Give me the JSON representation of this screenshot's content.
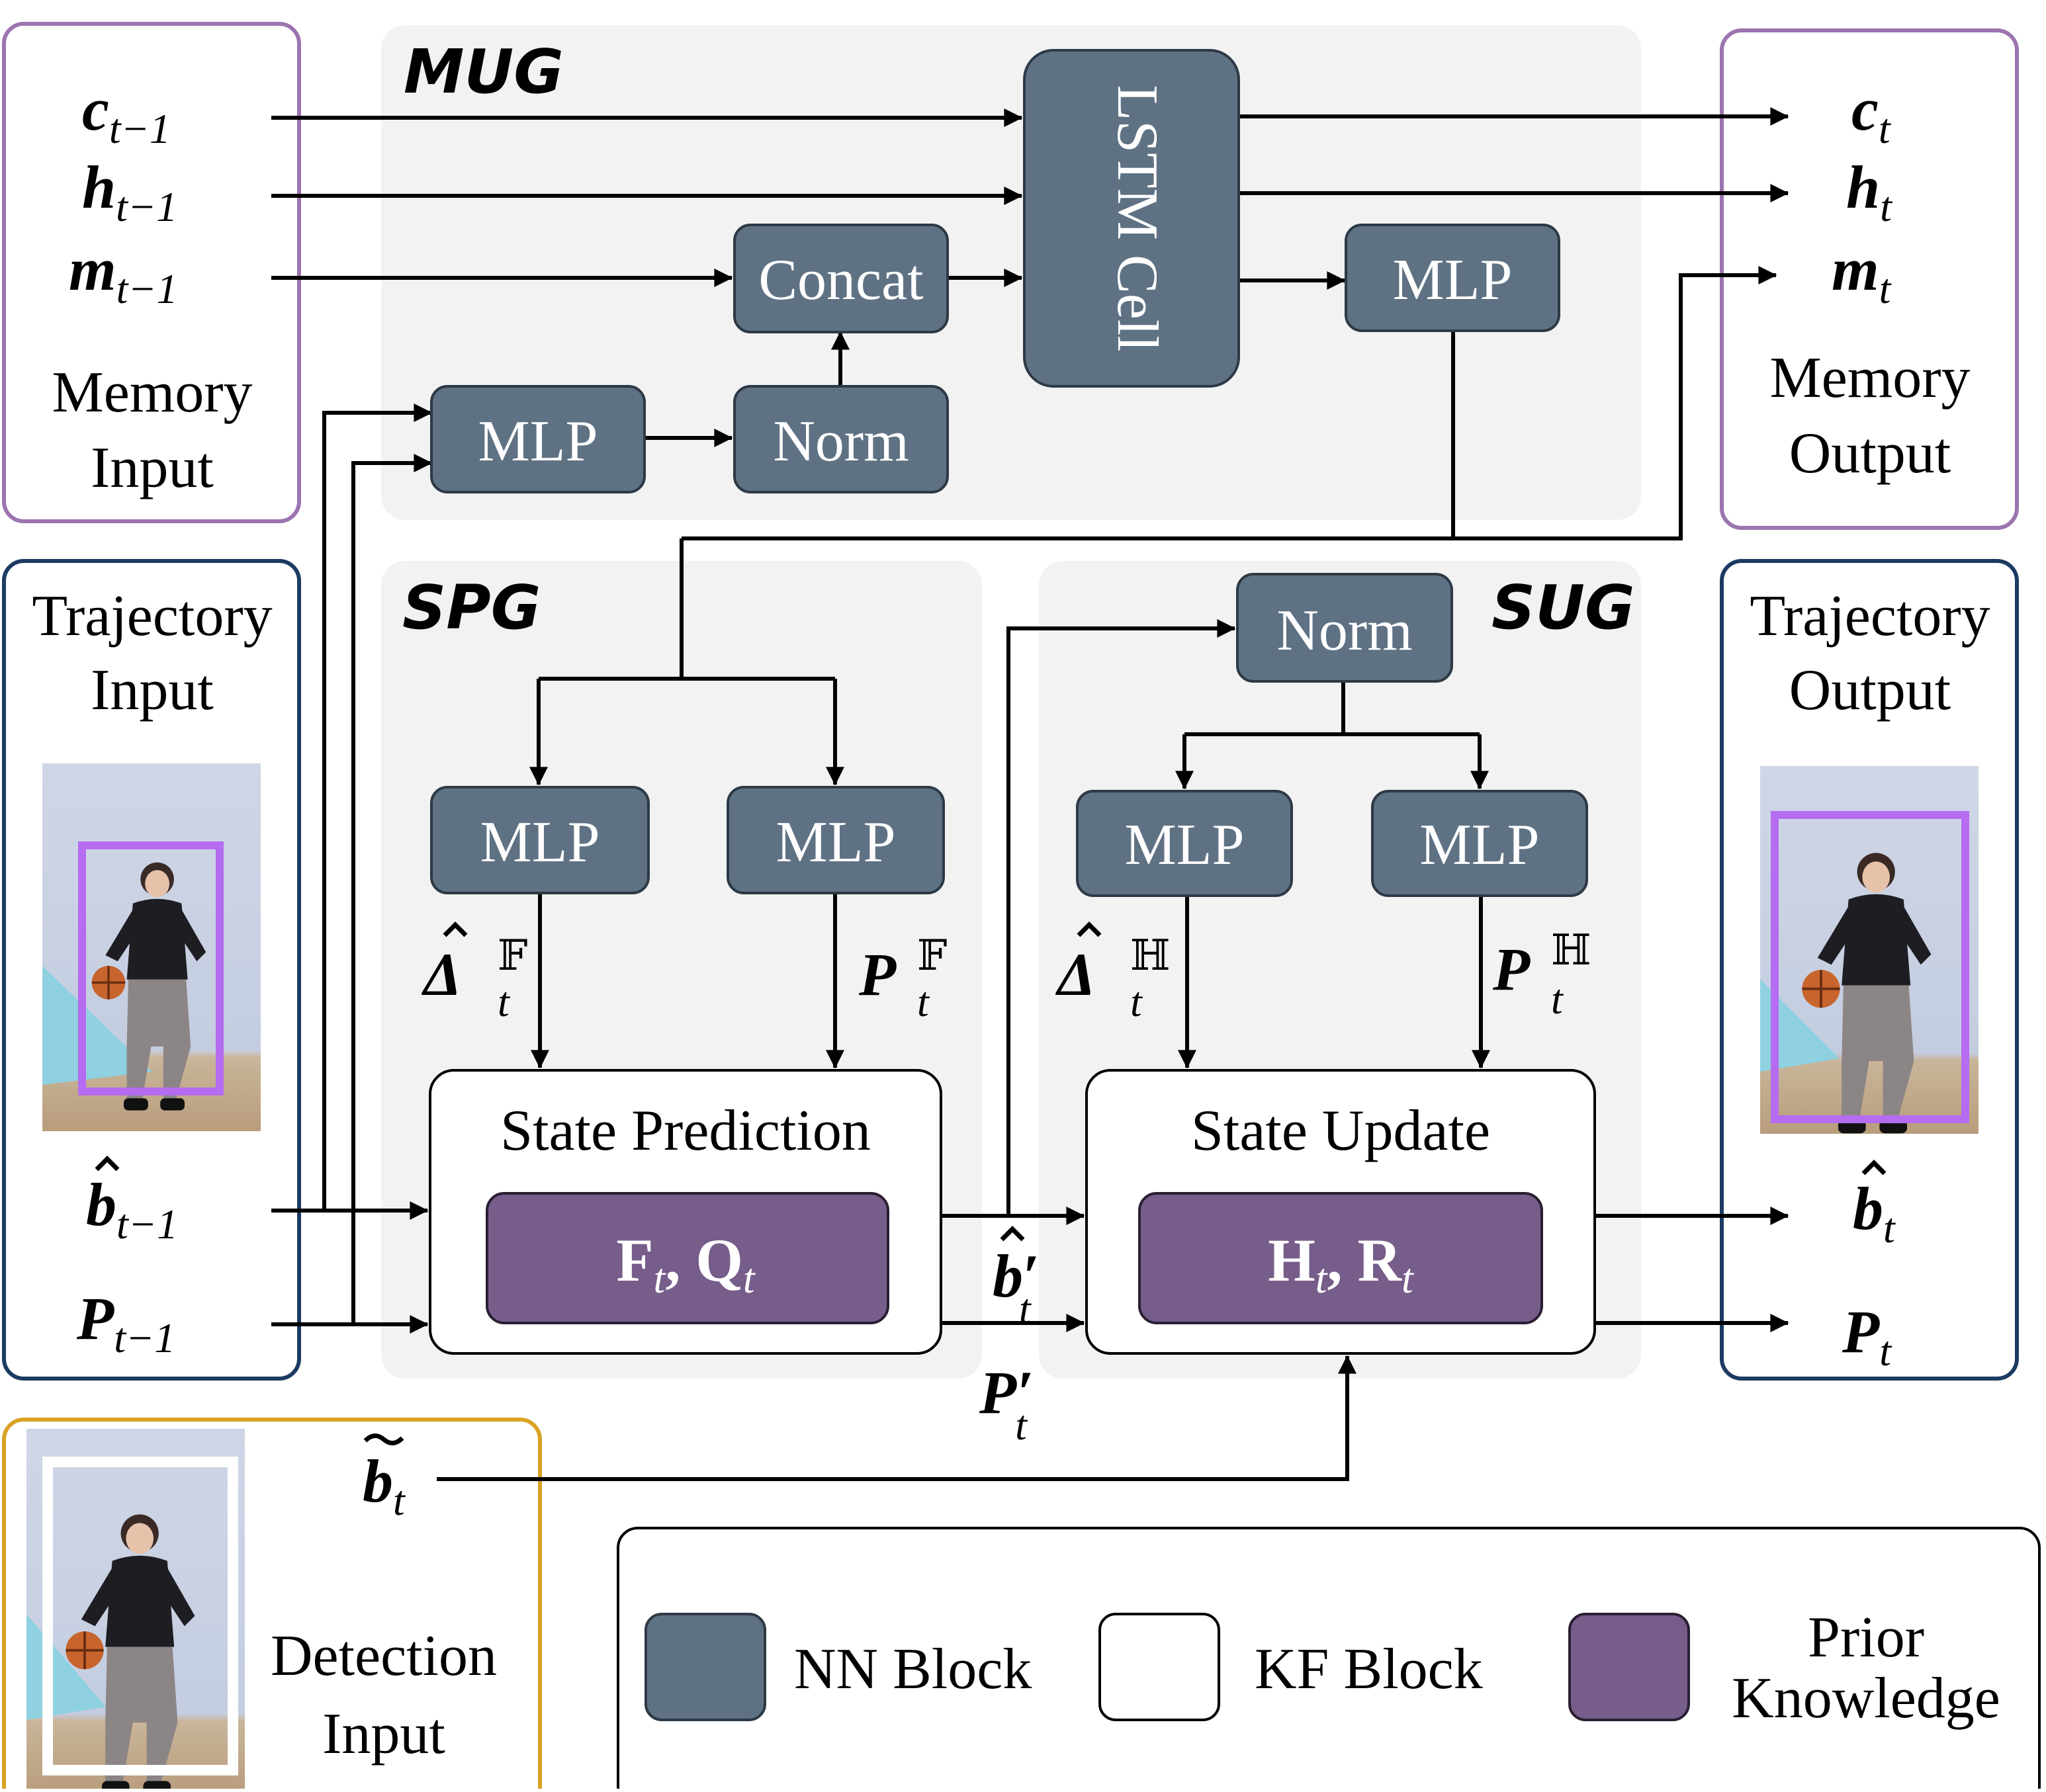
{
  "groups": {
    "mug": "MUG",
    "spg": "SPG",
    "sug": "SUG"
  },
  "blocks": {
    "lstm_cell": "LSTM Cell",
    "concat": "Concat",
    "mug_mlp_out": "MLP",
    "mug_mlp_in": "MLP",
    "mug_norm": "Norm",
    "sug_norm": "Norm",
    "spg_mlp_left": "MLP",
    "spg_mlp_right": "MLP",
    "sug_mlp_left": "MLP",
    "sug_mlp_right": "MLP",
    "state_prediction": "State Prediction",
    "state_update": "State Update",
    "prior_prediction": "F",
    "prior_prediction_sub": "t",
    "prior_prediction_sep": ", ",
    "prior_prediction_q": "Q",
    "prior_update": "H",
    "prior_update_sub": "t",
    "prior_update_sep": ", ",
    "prior_update_r": "R"
  },
  "panels": {
    "memory_input": [
      "Memory",
      "Input"
    ],
    "memory_output": [
      "Memory",
      "Output"
    ],
    "trajectory_input": [
      "Trajectory",
      "Input"
    ],
    "trajectory_output": [
      "Trajectory",
      "Output"
    ],
    "detection_input": [
      "Detection",
      "Input"
    ]
  },
  "symbols": {
    "c_prev": {
      "base": "c",
      "sub": "t−1"
    },
    "h_prev": {
      "base": "h",
      "sub": "t−1"
    },
    "m_prev": {
      "base": "m",
      "sub": "t−1"
    },
    "c_t": {
      "base": "c",
      "sub": "t"
    },
    "h_t": {
      "base": "h",
      "sub": "t"
    },
    "m_t": {
      "base": "m",
      "sub": "t"
    },
    "b_prev": {
      "base": "b",
      "sub": "t−1"
    },
    "p_prev": {
      "base": "P",
      "sub": "t−1"
    },
    "b_t": {
      "base": "b",
      "sub": "t"
    },
    "p_t": {
      "base": "P",
      "sub": "t"
    },
    "b_pred": {
      "base": "b",
      "sub": "t",
      "prime": "′"
    },
    "p_pred": {
      "base": "P",
      "sub": "t",
      "prime": "′"
    },
    "b_det": {
      "base": "b",
      "sub": "t"
    },
    "delta_f": {
      "base": "Δ",
      "sub": "t",
      "sup": "𝔽"
    },
    "p_f": {
      "base": "P",
      "sub": "t",
      "sup": "𝔽"
    },
    "delta_h": {
      "base": "Δ",
      "sub": "t",
      "sup": "ℍ"
    },
    "p_h": {
      "base": "P",
      "sub": "t",
      "sup": "ℍ"
    }
  },
  "legend": {
    "nn_block": "NN Block",
    "kf_block": "KF Block",
    "prior_knowledge": [
      "Prior",
      "Knowledge"
    ]
  },
  "colors": {
    "nn_block": "#5f7284",
    "prior_knowledge": "#765d8a",
    "group_bg": "#f2f2f2",
    "memory_border": "#9b74b0",
    "trajectory_border": "#1c3b63",
    "detection_border": "#d9a224",
    "tracking_box": "#b56cf0"
  }
}
